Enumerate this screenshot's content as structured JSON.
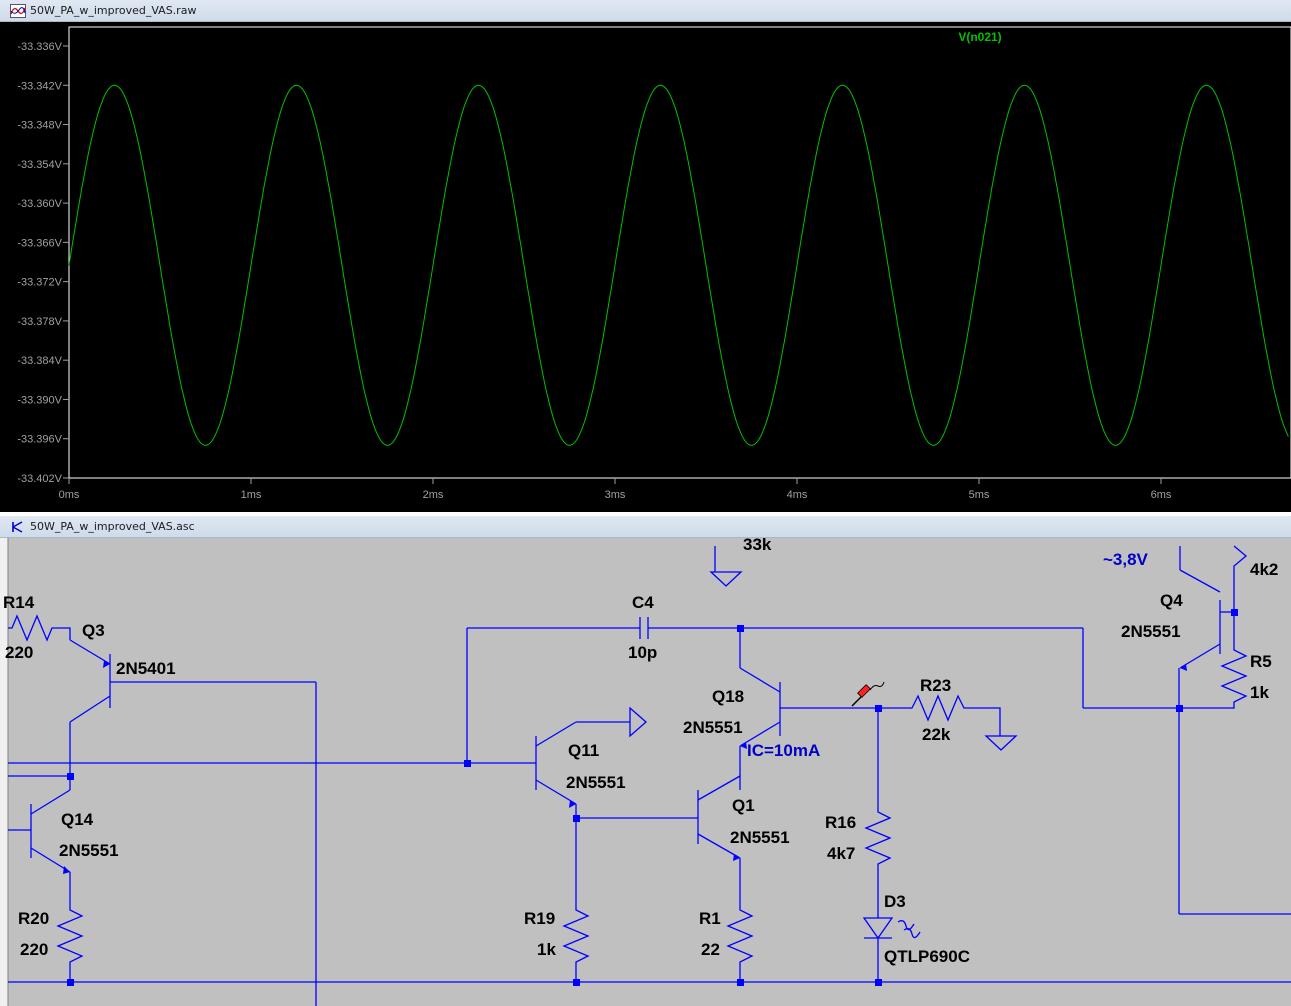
{
  "waveform_window": {
    "title": "50W_PA_w_improved_VAS.raw",
    "trace_label": "V(n021)",
    "trace_color": "#00c000",
    "y_ticks": [
      "-33.336V",
      "-33.342V",
      "-33.348V",
      "-33.354V",
      "-33.360V",
      "-33.366V",
      "-33.372V",
      "-33.378V",
      "-33.384V",
      "-33.390V",
      "-33.396V",
      "-33.402V"
    ],
    "x_ticks": [
      "0ms",
      "1ms",
      "2ms",
      "3ms",
      "4ms",
      "5ms",
      "6ms"
    ]
  },
  "chart_data": {
    "type": "line",
    "title": "",
    "series": [
      {
        "name": "V(n021)",
        "color": "#00c000"
      }
    ],
    "waveform": {
      "kind": "sine",
      "dc_offset_V": -33.3695,
      "amplitude_V": 0.0275,
      "frequency_Hz": 1000,
      "peak_time_ms": 0.25
    },
    "x_range_ms": [
      0,
      6.7
    ],
    "ylim": [
      -33.402,
      -33.336
    ],
    "xlabel": "",
    "ylabel": "",
    "grid": false,
    "background": "#000000"
  },
  "schematic_window": {
    "title": "50W_PA_w_improved_VAS.asc",
    "wire_color": "#0000ff",
    "label_color": "#000000",
    "annotation_color": "#0000c8",
    "components": {
      "r14": {
        "name": "R14",
        "value": "220"
      },
      "q3": {
        "name": "Q3",
        "model": "2N5401"
      },
      "q14": {
        "name": "Q14",
        "model": "2N5551"
      },
      "r20": {
        "name": "R20",
        "value": "220"
      },
      "c4": {
        "name": "C4",
        "value": "10p"
      },
      "q11": {
        "name": "Q11",
        "model": "2N5551"
      },
      "q18": {
        "name": "Q18",
        "model": "2N5551"
      },
      "q1": {
        "name": "Q1",
        "model": "2N5551"
      },
      "r19": {
        "name": "R19",
        "value": "1k"
      },
      "r1": {
        "name": "R1",
        "value": "22"
      },
      "r23": {
        "name": "R23",
        "value": "22k"
      },
      "r16": {
        "name": "R16",
        "value": "4k7"
      },
      "d3": {
        "name": "D3",
        "model": "QTLP690C"
      },
      "q4": {
        "name": "Q4",
        "model": "2N5551"
      },
      "r5": {
        "name": "R5",
        "value": "1k"
      },
      "r_top": {
        "value": "4k2"
      }
    },
    "annotations": {
      "ic": "IC=10mA",
      "v_q4": "~3,8V",
      "top_cut": "33k"
    }
  }
}
